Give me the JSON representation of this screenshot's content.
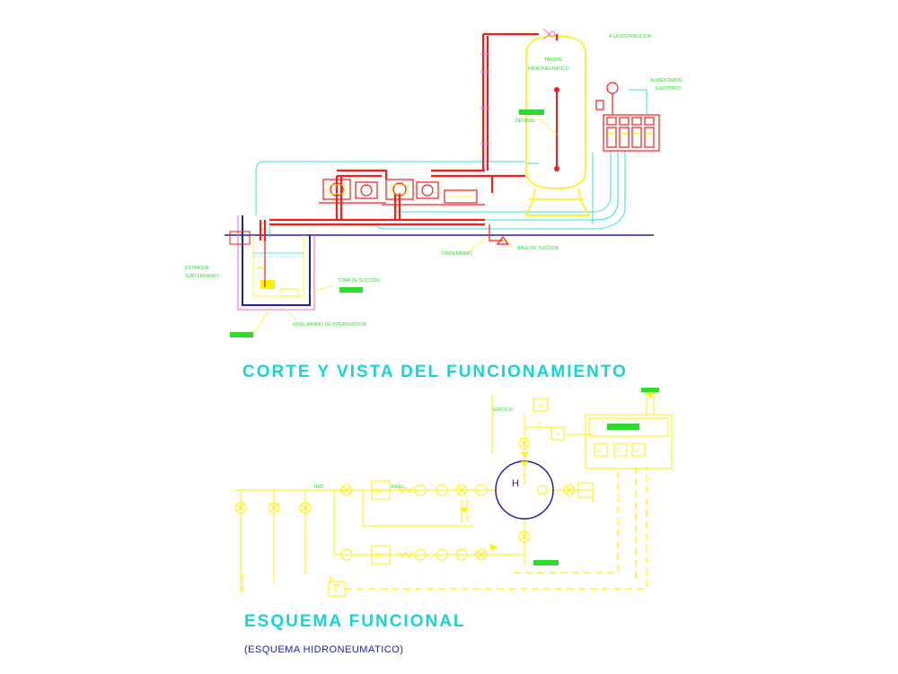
{
  "colors": {
    "red": "#ff1a1a",
    "yellow": "#fff200",
    "cyan": "#33e0e0",
    "green": "#2eda2e",
    "blue": "#2222aa",
    "title": "#18d4d4",
    "pink": "#ff66cc"
  },
  "top": {
    "title": "CORTE Y VISTA DEL FUNCIONAMIENTO",
    "labels": {
      "distribucion": "A LA DISTRIBUCION",
      "tanque": "TANQUE",
      "hidroneumatico": "HIDRONEUMATICO",
      "nivel": "DE NIVEL",
      "alimentador_1": "ALIMENTADOR",
      "alimentador_2": "ELECTRICO",
      "estanque_1": "ESTANQUE",
      "estanque_2": "SUBTERRANEO",
      "toma_succion": "TOMA DE SUCCION",
      "nivel_minimo": "NIVEL MINIMO DE INTERRUPCION",
      "dren": "DREN MINIMO",
      "base_succion": "BASE DE SUCCION"
    }
  },
  "bottom": {
    "title": "ESQUEMA FUNCIONAL",
    "subtitle": "(ESQUEMA HIDRONEUMATICO)",
    "labels": {
      "servicio": "SERVICIO",
      "tank": "H",
      "motor": "M",
      "pressostat": "P",
      "b1": "B1",
      "b2": "B2",
      "c1": "C",
      "c2": "C",
      "c3": "C",
      "e": "E",
      "red": "RED",
      "nivel": "NIVEL"
    }
  }
}
